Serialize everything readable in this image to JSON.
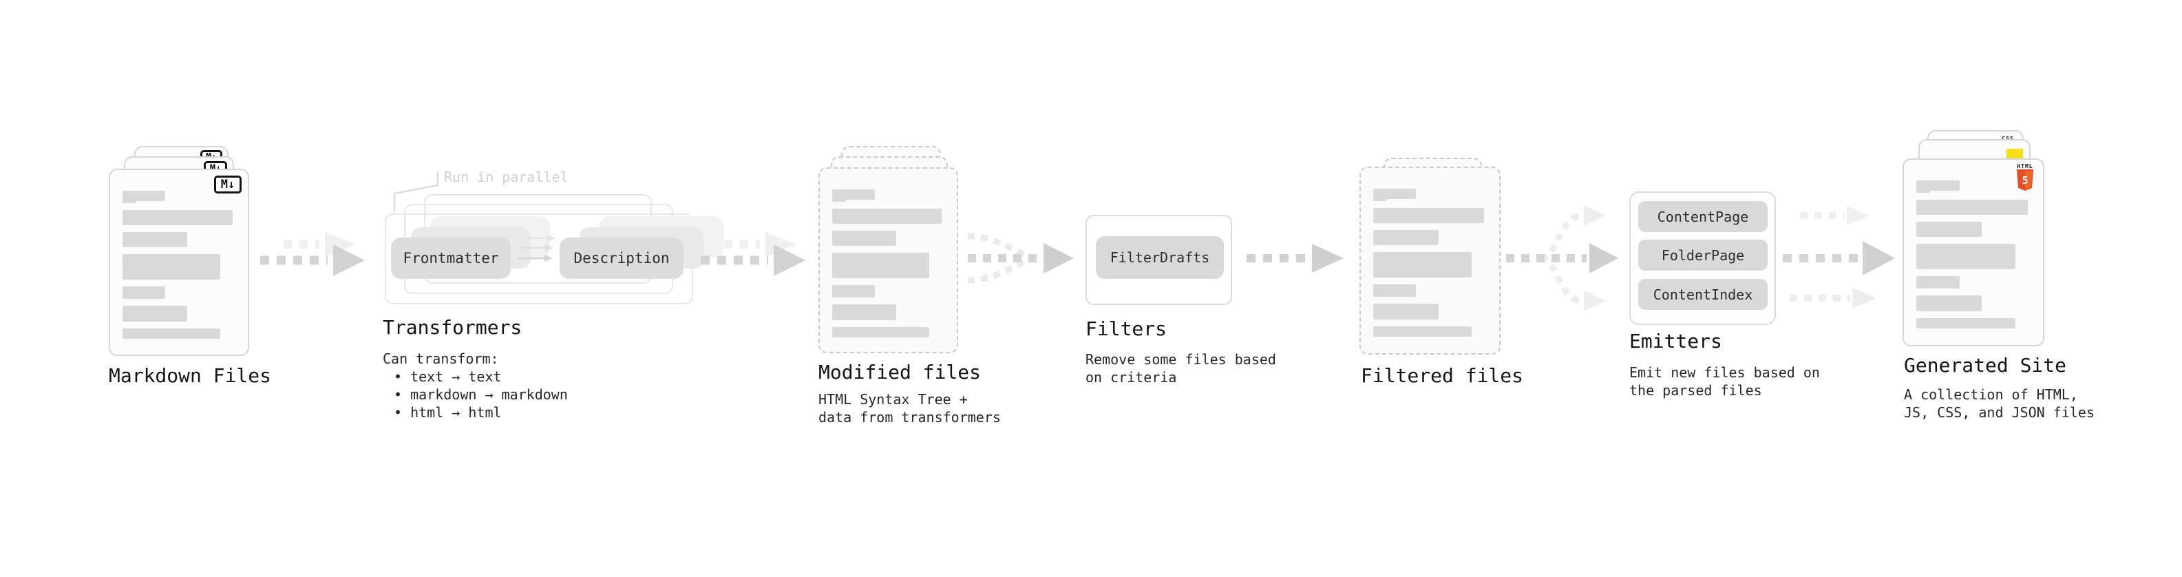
{
  "colors": {
    "html5_orange": "#e44d26",
    "html5_orange_light": "#f16529",
    "js_yellow": "#f7df1e",
    "css_blue": "#1572b6"
  },
  "stages": {
    "markdown_files": {
      "label": "Markdown Files",
      "icon_text": "M↓"
    },
    "transformers": {
      "label": "Transformers",
      "note": "Run in parallel",
      "input_box": "Frontmatter",
      "output_box": "Description",
      "desc_heading": "Can transform:",
      "bullets": [
        "• text → text",
        "• markdown → markdown",
        "• html → html"
      ]
    },
    "modified_files": {
      "label": "Modified files",
      "desc_line1": "HTML Syntax Tree +",
      "desc_line2": "data from transformers"
    },
    "filters": {
      "label": "Filters",
      "box": "FilterDrafts",
      "desc_line1": "Remove some files based",
      "desc_line2": "on criteria"
    },
    "filtered_files": {
      "label": "Filtered files"
    },
    "emitters": {
      "label": "Emitters",
      "boxes": [
        "ContentPage",
        "FolderPage",
        "ContentIndex"
      ],
      "desc_line1": "Emit new files based on",
      "desc_line2": "the parsed files"
    },
    "generated_site": {
      "label": "Generated Site",
      "desc_line1": "A collection of HTML,",
      "desc_line2": "JS, CSS, and JSON files",
      "icons": {
        "html_badge_label": "HTML",
        "html_badge_number": "5",
        "css_badge": "CSS"
      }
    }
  }
}
